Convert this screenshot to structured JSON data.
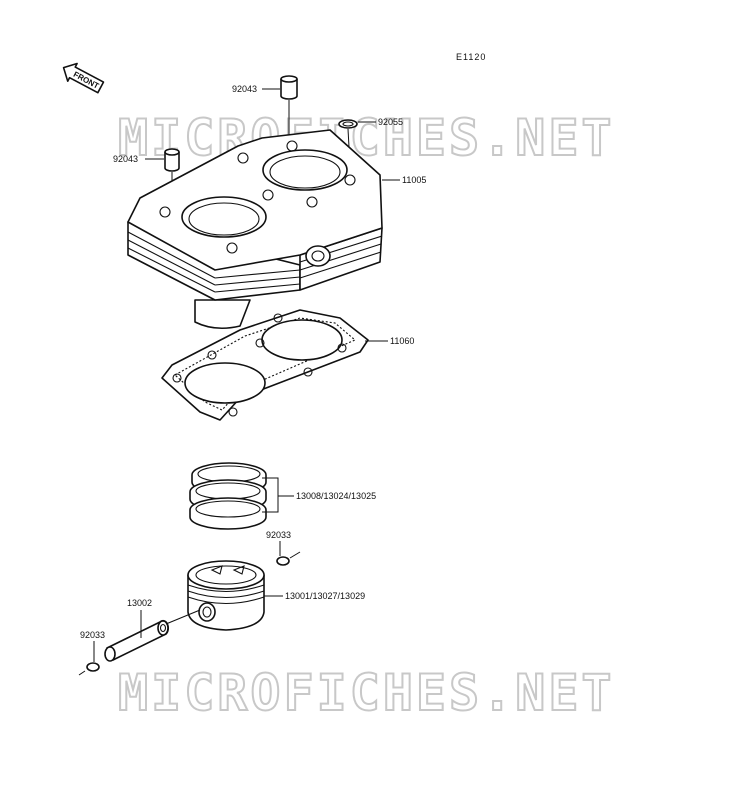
{
  "diagram_code": "E1120",
  "front_label": "FRONT",
  "watermark": "MICROFICHES.NET",
  "labels": {
    "dowel_top": "92043",
    "dowel_left": "92043",
    "oring": "92055",
    "cylinder": "11005",
    "gasket": "11060",
    "rings": "13008/13024/13025",
    "clip_right": "92033",
    "piston": "13001/13027/13029",
    "pin": "13002",
    "clip_left": "92033"
  },
  "colors": {
    "ink": "#111111",
    "watermark": "#c8c8c8",
    "background": "#ffffff"
  }
}
